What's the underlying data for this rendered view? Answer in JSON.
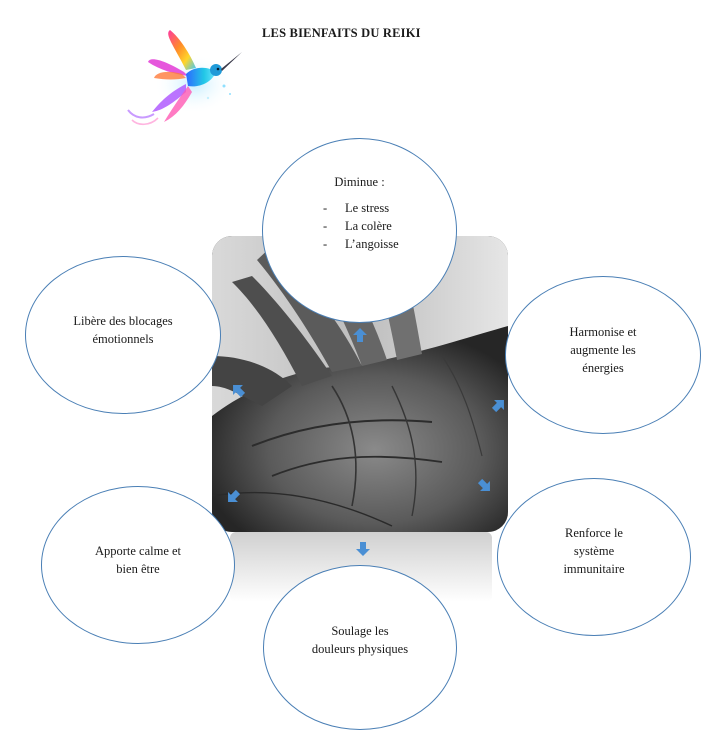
{
  "title": "LES BIENFAITS DU REIKI",
  "logo": {
    "icon": "hummingbird-icon"
  },
  "photo": {
    "icon": "hand-palm-image"
  },
  "center_bubble": {
    "heading": "Diminue :",
    "items": [
      "Le stress",
      "La colère",
      "L’angoisse"
    ]
  },
  "bubbles": {
    "left_top": [
      "Libère des blocages",
      "émotionnels"
    ],
    "right_top": [
      "Harmonise et",
      "augmente les",
      "énergies"
    ],
    "right_bottom": [
      "Renforce le",
      "système",
      "immunitaire"
    ],
    "left_bottom": [
      "Apporte calme et",
      "bien être"
    ],
    "bottom": [
      "Soulage les",
      "douleurs physiques"
    ]
  },
  "colors": {
    "bubble_border": "#4a7fb5",
    "arrow": "#4a8fd4"
  }
}
